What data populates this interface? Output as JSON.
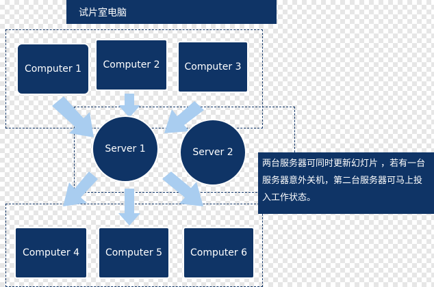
{
  "header": {
    "title": "试片室电脑"
  },
  "computers": {
    "c1": "Computer 1",
    "c2": "Computer 2",
    "c3": "Computer 3",
    "c4": "Computer 4",
    "c5": "Computer 5",
    "c6": "Computer 6"
  },
  "servers": {
    "s1": "Server 1",
    "s2": "Server 2"
  },
  "note": {
    "text": "两台服务器可同时更新幻灯片 ，若有一台服务器意外关机，第二台服务器可马上投入工作状态。"
  },
  "colors": {
    "box": "#0f3466",
    "arrow": "#a9cdf0",
    "dash": "#0f3466"
  }
}
